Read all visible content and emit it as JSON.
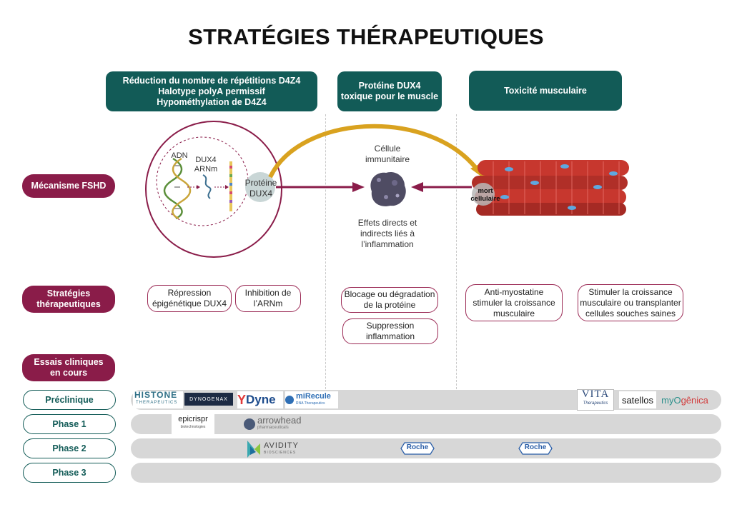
{
  "title": "STRATÉGIES THÉRAPEUTIQUES",
  "columns": {
    "col1_lines": [
      "Réduction du nombre de répétitions D4Z4",
      "Halotype polyA permissif",
      "Hypométhylation de D4Z4"
    ],
    "col2_lines": [
      "Protéine DUX4",
      "toxique pour le muscle"
    ],
    "col3": "Toxicité musculaire"
  },
  "row_labels": {
    "mecanisme": "Mécanisme FSHD",
    "strategies": [
      "Stratégies",
      "thérapeutiques"
    ],
    "essais": [
      "Essais cliniques",
      "en cours"
    ]
  },
  "mechanism": {
    "adn": "ADN",
    "dux4_arnm": [
      "DUX4",
      "ARNm"
    ],
    "proteine": [
      "Protéine",
      "DUX4"
    ],
    "cellule": [
      "Céllule",
      "immunitaire"
    ],
    "effets": [
      "Effets directs et",
      "indirects liés à",
      "l’inflammation"
    ],
    "mort": [
      "mort",
      "cellulaire"
    ]
  },
  "strategies": {
    "repression": [
      "Répression",
      "épigénétique DUX4"
    ],
    "inhibition": [
      "Inhibition de",
      "l’ARNm"
    ],
    "blocage": [
      "Blocage ou dégradation",
      "de la protéine"
    ],
    "suppression": [
      "Suppression",
      "inflammation"
    ],
    "anti_myostatine": [
      "Anti-myostatine",
      "stimuler la croissance",
      "musculaire"
    ],
    "stimuler": [
      "Stimuler la croissance",
      "musculaire ou transplanter",
      "cellules souches saines"
    ]
  },
  "phases": [
    "Préclinique",
    "Phase 1",
    "Phase 2",
    "Phase 3"
  ],
  "logos": {
    "histone": "HISTONE",
    "histone_sub": "THERAPEUTICS",
    "dyno": "DYNOGENAX",
    "dyne": "Dyne",
    "mirecule": "miRecule",
    "mirecule_sub": "RNA Therapeutics",
    "vita": "VITA",
    "vita_sub": "Therapeutics",
    "satellos": "satellos",
    "myogenica_a": "myO",
    "myogenica_b": "gênica",
    "epicrispr": "epicrispr",
    "epicrispr_sub": "biotechnologies",
    "arrowhead": "arrowhead",
    "arrowhead_sub": "pharmaceuticals",
    "avidity": "AVIDITY",
    "avidity_sub": "BIOSCIENCES",
    "roche": "Roche"
  },
  "colors": {
    "teal": "#125b57",
    "wine": "#8a1c49",
    "arrow": "#8a1c49",
    "gold": "#d9a21f",
    "bar": "#d7d7d7"
  }
}
